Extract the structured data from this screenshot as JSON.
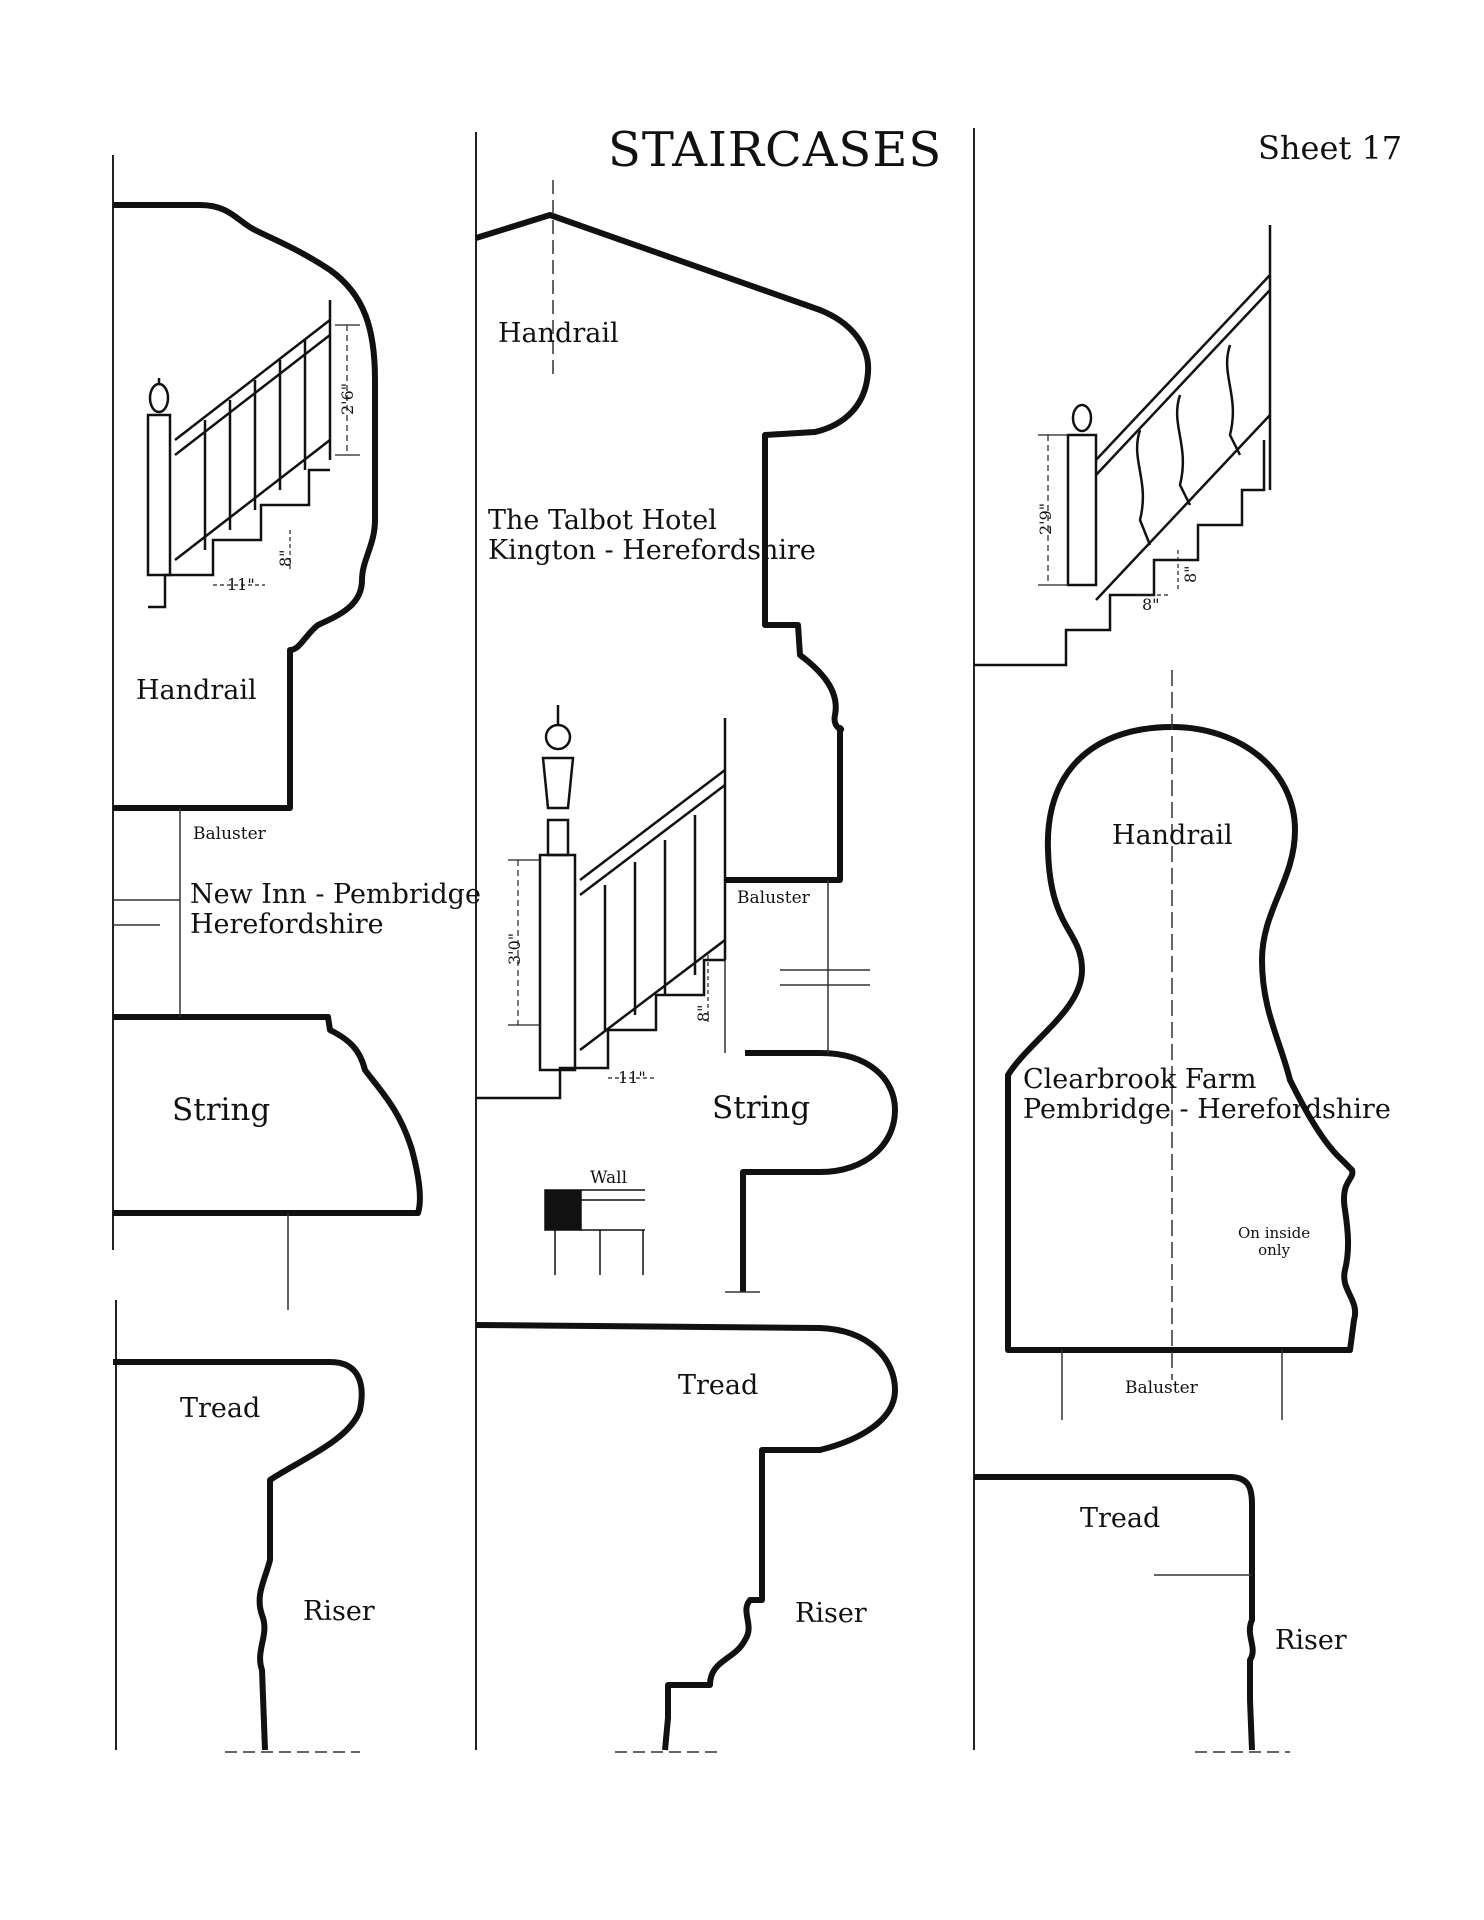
{
  "header": {
    "title": "STAIRCASES",
    "sheet_label": "Sheet 17"
  },
  "columns": [
    {
      "place_line1": "New Inn - Pembridge",
      "place_line2": "Herefordshire",
      "labels": {
        "handrail": "Handrail",
        "baluster": "Baluster",
        "string": "String",
        "tread": "Tread",
        "riser": "Riser"
      },
      "dims": {
        "rail_height": "2'6\"",
        "rise": "8\"",
        "going": "11\""
      }
    },
    {
      "place_line1": "The Talbot Hotel",
      "place_line2": "Kington - Herefordshire",
      "labels": {
        "handrail": "Handrail",
        "baluster": "Baluster",
        "string": "String",
        "tread": "Tread",
        "riser": "Riser",
        "wall": "Wall"
      },
      "dims": {
        "rail_height": "3'0\"",
        "rise": "8\"",
        "going": "11\""
      }
    },
    {
      "place_line1": "Clearbrook Farm",
      "place_line2": "Pembridge - Herefordshire",
      "labels": {
        "handrail": "Handrail",
        "baluster": "Baluster",
        "tread": "Tread",
        "riser": "Riser",
        "note_line1": "On inside",
        "note_line2": "only"
      },
      "dims": {
        "rail_height": "2'9\"",
        "rise": "8\"",
        "going": "8\""
      }
    }
  ]
}
